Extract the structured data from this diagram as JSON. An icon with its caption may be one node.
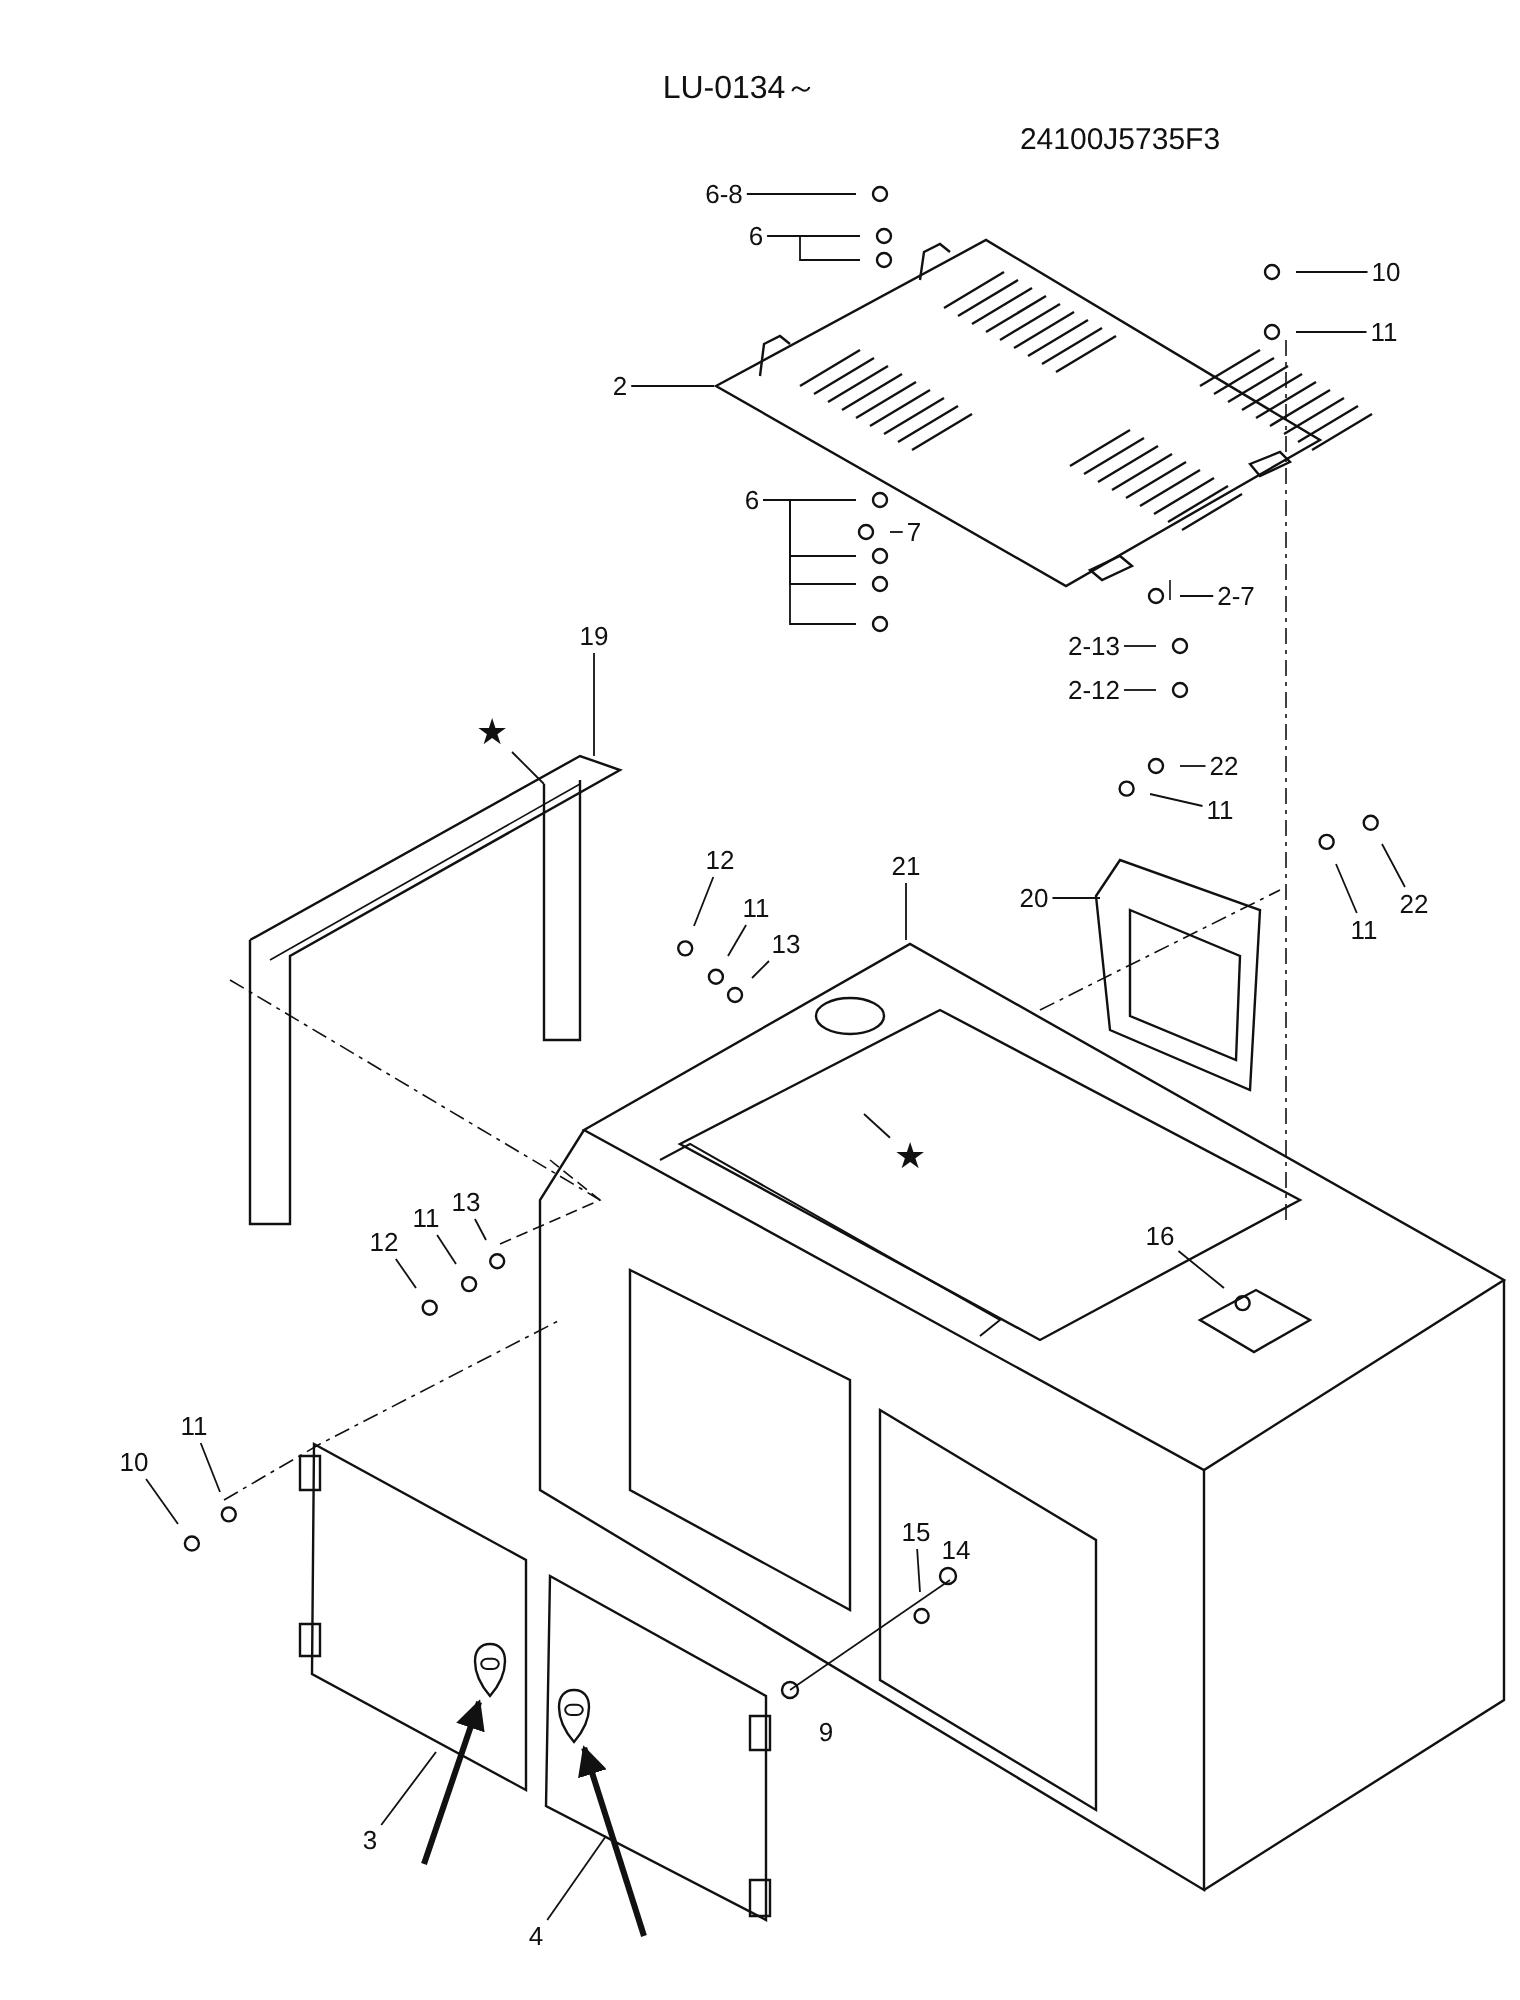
{
  "diagram": {
    "title": "LU-0134～",
    "nodes": [
      {
        "text": [
          "6-8"
        ]
      },
      {
        "text": [
          "6"
        ]
      },
      {
        "text": [
          "10"
        ]
      },
      {
        "text": [
          "11"
        ]
      },
      {
        "text": [
          "2"
        ]
      },
      {
        "text": [
          "6"
        ]
      },
      {
        "text": [
          "7"
        ]
      },
      {
        "text": [
          "2-7"
        ]
      },
      {
        "text": [
          "2-13"
        ]
      },
      {
        "text": [
          "2-12"
        ]
      },
      {
        "text": [
          "19"
        ]
      },
      {
        "text": [
          "★"
        ]
      },
      {
        "text": [
          "22"
        ]
      },
      {
        "text": [
          "11"
        ]
      },
      {
        "text": [
          "12"
        ]
      },
      {
        "text": [
          "11"
        ]
      },
      {
        "text": [
          "13"
        ]
      },
      {
        "text": [
          "21"
        ]
      },
      {
        "text": [
          "20"
        ]
      },
      {
        "text": [
          "11"
        ]
      },
      {
        "text": [
          "22"
        ]
      },
      {
        "text": [
          "★"
        ]
      },
      {
        "text": [
          "13"
        ]
      },
      {
        "text": [
          "11"
        ]
      },
      {
        "text": [
          "12"
        ]
      },
      {
        "text": [
          "16"
        ]
      },
      {
        "text": [
          "11"
        ]
      },
      {
        "text": [
          "10"
        ]
      },
      {
        "text": [
          "15"
        ]
      },
      {
        "text": [
          "3"
        ]
      },
      {
        "text": [
          "4"
        ]
      },
      {
        "text": [],
        "shape": "picture"
      },
      {
        "text": [],
        "shape": "picture"
      }
    ],
    "edges": [
      {
        "from": 0,
        "to": null,
        "arrow": "none"
      },
      {
        "from": 1,
        "to": null,
        "arrow": "none"
      },
      {
        "from": 1,
        "to": null,
        "arrow": "none"
      },
      {
        "from": 2,
        "to": null,
        "arrow": "none"
      },
      {
        "from": 3,
        "to": null,
        "arrow": "none"
      },
      {
        "from": 4,
        "to": null,
        "arrow": "none"
      },
      {
        "from": 5,
        "to": null,
        "arrow": "none"
      },
      {
        "from": 5,
        "to": null,
        "arrow": "none"
      },
      {
        "from": 5,
        "to": null,
        "arrow": "none"
      },
      {
        "from": 5,
        "to": null,
        "arrow": "none"
      },
      {
        "from": 6,
        "to": null,
        "arrow": "none"
      },
      {
        "from": 7,
        "to": null,
        "arrow": "none"
      },
      {
        "from": 8,
        "to": null,
        "arrow": "none"
      },
      {
        "from": 9,
        "to": null,
        "arrow": "none"
      },
      {
        "from": 10,
        "to": null,
        "arrow": "none"
      },
      {
        "from": 11,
        "to": null,
        "arrow": "none"
      },
      {
        "from": 12,
        "to": null,
        "arrow": "none"
      },
      {
        "from": 13,
        "to": null,
        "arrow": "none"
      },
      {
        "from": 14,
        "to": null,
        "arrow": "none"
      },
      {
        "from": 15,
        "to": null,
        "arrow": "none"
      },
      {
        "from": 16,
        "to": null,
        "arrow": "none"
      },
      {
        "from": 17,
        "to": null,
        "arrow": "none"
      },
      {
        "from": 18,
        "to": null,
        "arrow": "none"
      },
      {
        "from": 19,
        "to": null,
        "arrow": "none"
      },
      {
        "from": 20,
        "to": null,
        "arrow": "none"
      },
      {
        "from": 21,
        "to": null,
        "arrow": "none"
      },
      {
        "from": 22,
        "to": null,
        "arrow": "none"
      },
      {
        "from": 23,
        "to": null,
        "arrow": "none"
      },
      {
        "from": 24,
        "to": null,
        "arrow": "none"
      },
      {
        "from": 25,
        "to": null,
        "arrow": "none"
      },
      {
        "from": 26,
        "to": null,
        "arrow": "none"
      },
      {
        "from": 27,
        "to": null,
        "arrow": "none"
      },
      {
        "from": 28,
        "to": null,
        "arrow": "none"
      },
      {
        "from": 29,
        "to": null,
        "arrow": "none"
      },
      {
        "from": 30,
        "to": null,
        "arrow": "none"
      },
      {
        "from": null,
        "to": 31,
        "arrow": "to",
        "style": "thick"
      },
      {
        "from": null,
        "to": 32,
        "arrow": "to",
        "style": "thick"
      }
    ],
    "labels": [
      "24100J5735F3",
      "14",
      "9"
    ]
  }
}
